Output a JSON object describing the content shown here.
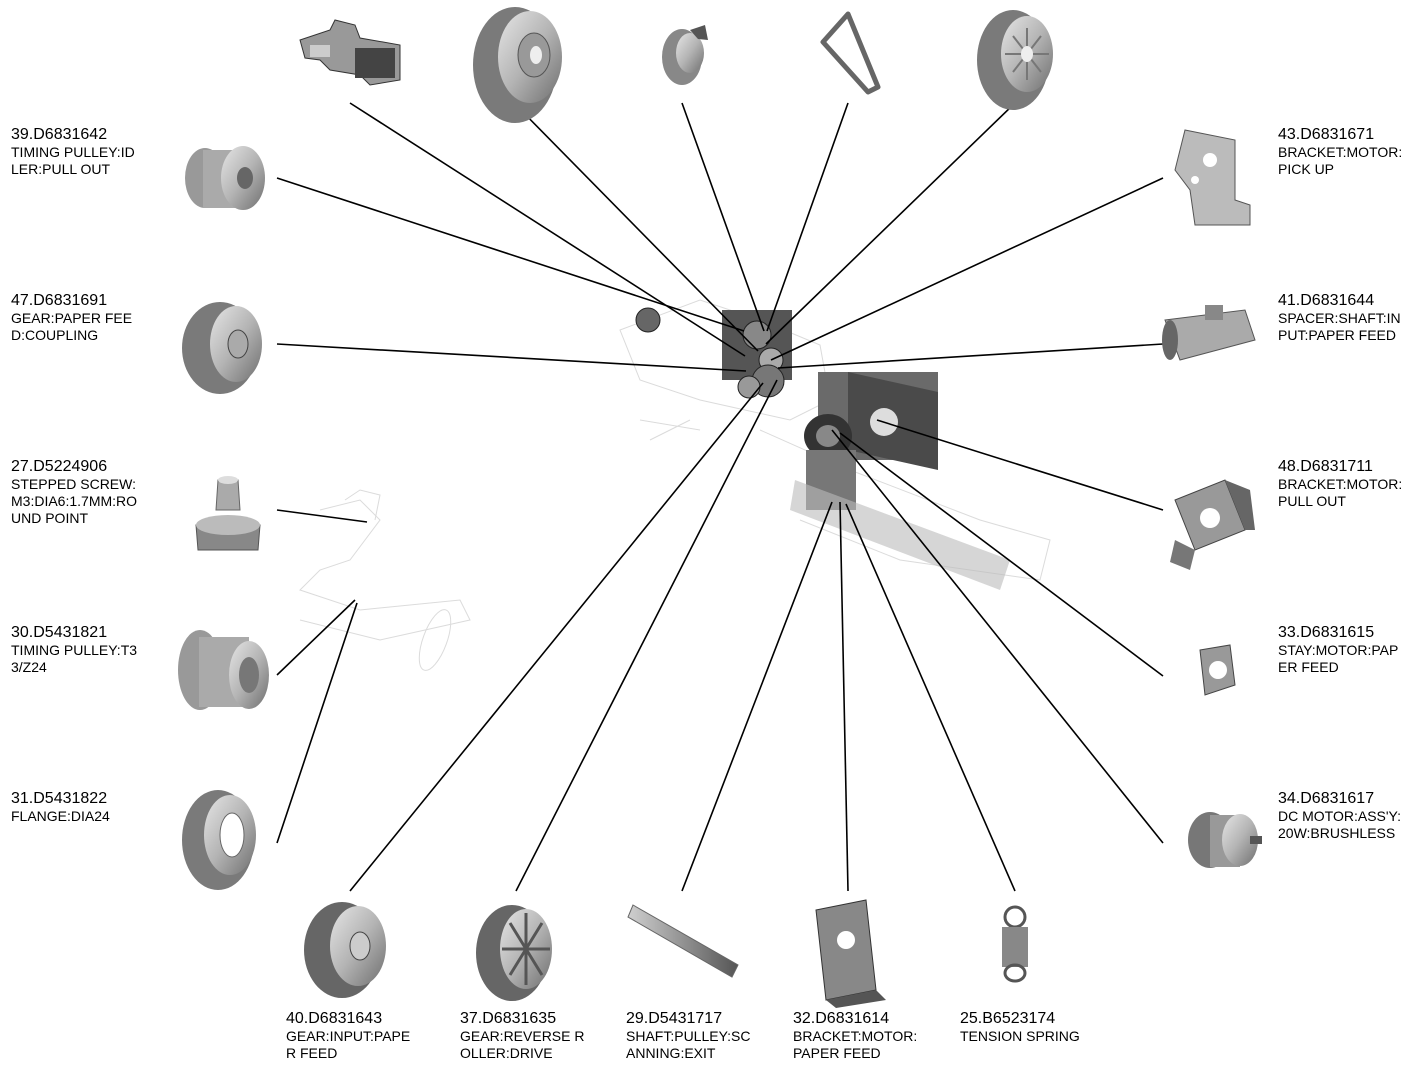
{
  "parts": [
    {
      "id": "p39",
      "number": "39.D6831642",
      "desc": [
        "TIMING PULLEY:ID",
        "LER:PULL OUT"
      ]
    },
    {
      "id": "p47",
      "number": "47.D6831691",
      "desc": [
        "GEAR:PAPER FEE",
        "D:COUPLING"
      ]
    },
    {
      "id": "p27",
      "number": "27.D5224906",
      "desc": [
        "STEPPED SCREW:",
        "M3:DIA6:1.7MM:RO",
        "UND POINT"
      ]
    },
    {
      "id": "p30",
      "number": "30.D5431821",
      "desc": [
        "TIMING PULLEY:T3",
        "3/Z24"
      ]
    },
    {
      "id": "p31",
      "number": "31.D5431822",
      "desc": [
        "FLANGE:DIA24"
      ]
    },
    {
      "id": "p43",
      "number": "43.D6831671",
      "desc": [
        "BRACKET:MOTOR:",
        "PICK UP"
      ]
    },
    {
      "id": "p41",
      "number": "41.D6831644",
      "desc": [
        "SPACER:SHAFT:IN",
        "PUT:PAPER FEED"
      ]
    },
    {
      "id": "p48",
      "number": "48.D6831711",
      "desc": [
        "BRACKET:MOTOR:",
        "PULL OUT"
      ]
    },
    {
      "id": "p33",
      "number": "33.D6831615",
      "desc": [
        "STAY:MOTOR:PAP",
        "ER FEED"
      ]
    },
    {
      "id": "p34",
      "number": "34.D6831617",
      "desc": [
        "DC MOTOR:ASS'Y:",
        "20W:BRUSHLESS"
      ]
    },
    {
      "id": "p40",
      "number": "40.D6831643",
      "desc": [
        "GEAR:INPUT:PAPE",
        "R FEED"
      ]
    },
    {
      "id": "p37",
      "number": "37.D6831635",
      "desc": [
        "GEAR:REVERSE R",
        "OLLER:DRIVE"
      ]
    },
    {
      "id": "p29",
      "number": "29.D5431717",
      "desc": [
        "SHAFT:PULLEY:SC",
        "ANNING:EXIT"
      ]
    },
    {
      "id": "p32",
      "number": "32.D6831614",
      "desc": [
        "BRACKET:MOTOR:",
        "PAPER FEED"
      ]
    },
    {
      "id": "p25",
      "number": "25.B6523174",
      "desc": [
        "TENSION SPRING"
      ]
    }
  ]
}
